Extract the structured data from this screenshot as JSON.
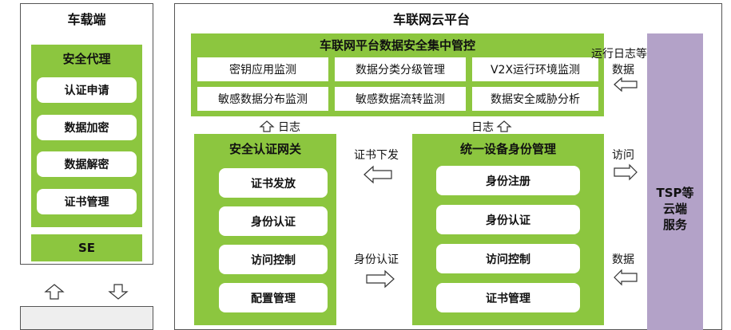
{
  "vehicle": {
    "title": "车载端",
    "agent_title": "安全代理",
    "agent_items": [
      "认证申请",
      "数据加密",
      "数据解密",
      "证书管理"
    ],
    "se": "SE"
  },
  "platform": {
    "title": "车联网云平台",
    "control_title": "车联网平台数据安全集中管控",
    "control_row1": [
      "密钥应用监测",
      "数据分类分级管理",
      "V2X运行环境监测"
    ],
    "control_row2": [
      "敏感数据分布监测",
      "敏感数据流转监测",
      "数据安全威胁分析"
    ],
    "gateway_title": "安全认证网关",
    "gateway_items": [
      "证书发放",
      "身份认证",
      "访问控制",
      "配置管理"
    ],
    "identity_title": "统一设备身份管理",
    "identity_items": [
      "身份注册",
      "身份认证",
      "访问控制",
      "证书管理"
    ],
    "log_left": "日志",
    "log_right": "日志",
    "cert_issue": "证书下发",
    "id_auth": "身份认证"
  },
  "tsp": {
    "label": "TSP等\n云端\n服务",
    "ops_log_line1": "运行日志等",
    "ops_log_line2": "数据",
    "access": "访问",
    "data": "数据"
  },
  "colors": {
    "green": "#8cc63f",
    "lavender": "#b3a2c8",
    "border": "#555555"
  }
}
